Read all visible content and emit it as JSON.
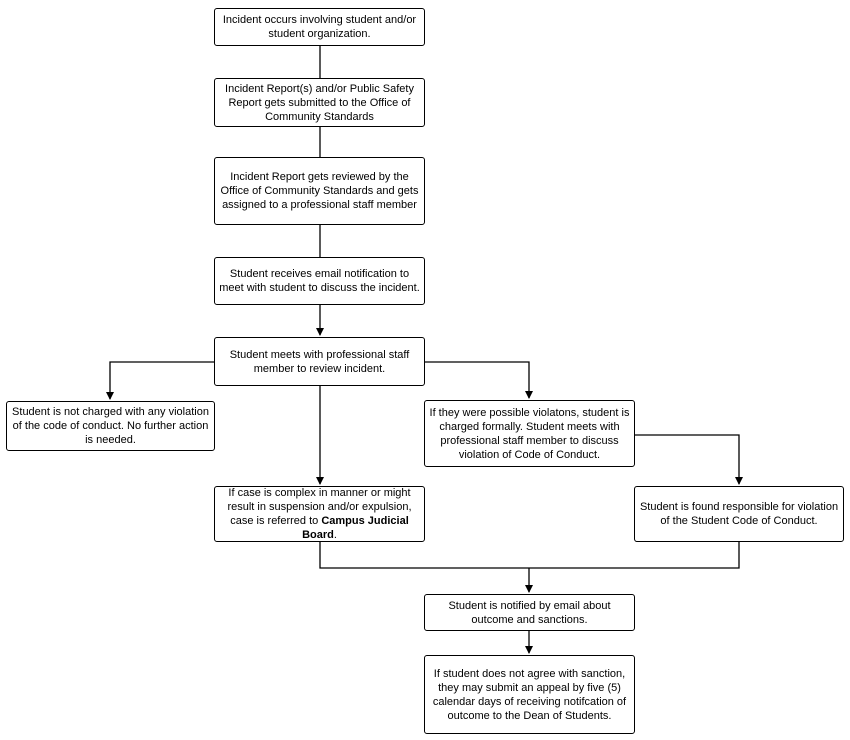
{
  "colors": {
    "stroke": "#000000",
    "background": "#ffffff",
    "text": "#000000"
  },
  "nodes": {
    "incident_occurs": "Incident occurs involving student and/or student organization.",
    "report_submitted": "Incident Report(s) and/or Public Safety Report gets submitted to the Office of Community Standards",
    "report_reviewed": "Incident Report gets reviewed by the Office of Community Standards and gets assigned to a professional staff member",
    "email_notification": "Student receives email notification to meet with student to discuss the incident.",
    "student_meets": "Student meets with professional staff member to review incident.",
    "not_charged": "Student is not charged with any violation of the code of conduct. No further action is needed.",
    "charged_formally": "If they were possible violatons, student is charged formally. Student meets with professional staff member to discuss violation of Code of Conduct.",
    "complex_case": {
      "text": "If case is complex in manner or might result in suspension and/or expulsion, case is referred to",
      "bold": "Campus Judicial Board",
      "end": "."
    },
    "found_responsible": "Student is found responsible for violation of the Student Code of Conduct.",
    "notified_outcome": "Student is notified by email about outcome and sanctions.",
    "appeal": "If student does not agree with sanction, they may submit an appeal by five (5) calendar days of receiving notifcation of outcome to the Dean of Students."
  }
}
